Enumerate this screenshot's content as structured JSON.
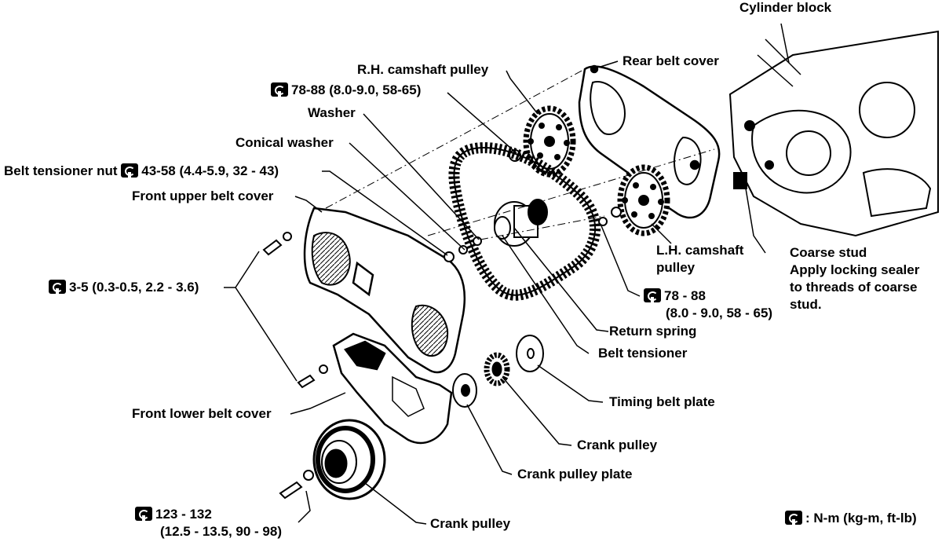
{
  "labels": {
    "cylinder_block": "Cylinder block",
    "rear_belt_cover": "Rear belt cover",
    "rh_camshaft_pulley": "R.H. camshaft pulley",
    "torque_rh_cam": "78-88 (8.0-9.0, 58-65)",
    "washer": "Washer",
    "conical_washer": "Conical washer",
    "belt_tensioner_nut": "Belt tensioner nut",
    "torque_tensioner_nut": "43-58 (4.4-5.9, 32 - 43)",
    "front_upper_belt_cover": "Front upper belt cover",
    "torque_cover_bolts": "3-5 (0.3-0.5, 2.2 - 3.6)",
    "lh_camshaft_pulley_line1": "L.H. camshaft",
    "lh_camshaft_pulley_line2": "pulley",
    "coarse_stud": "Coarse stud",
    "coarse_stud_note_1": "Apply locking sealer",
    "coarse_stud_note_2": "to threads of coarse",
    "coarse_stud_note_3": "stud.",
    "torque_lh_cam_1": "78 - 88",
    "torque_lh_cam_2": "(8.0 - 9.0, 58 - 65)",
    "return_spring": "Return spring",
    "belt_tensioner": "Belt tensioner",
    "timing_belt_plate": "Timing belt plate",
    "front_lower_belt_cover": "Front lower belt cover",
    "crank_pulley_small": "Crank pulley",
    "crank_pulley_plate": "Crank pulley plate",
    "torque_crank_1": "123 - 132",
    "torque_crank_2": "(12.5 - 13.5, 90 - 98)",
    "crank_pulley_large": "Crank pulley",
    "legend_units": ": N-m (kg-m, ft-lb)"
  },
  "icons": {
    "torque_icon": "wrench-torque-icon"
  }
}
